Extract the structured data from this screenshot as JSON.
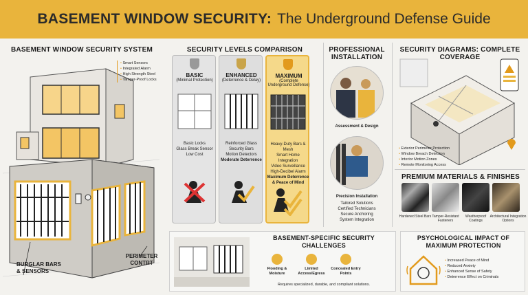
{
  "banner": {
    "title_bold": "BASEMENT WINDOW SECURITY:",
    "title_rest": "The Underground Defense Guide"
  },
  "system": {
    "title": "BASEMENT WINDOW SECURITY SYSTEM",
    "features": [
      "Smart Sensors",
      "Integrated Alarm",
      "High Strength Steel",
      "Tamper-Proof Locks"
    ],
    "label_bars": "BURGLAR BARS & SENSORS",
    "label_perimeter": "PERIMETER CONTRT"
  },
  "levels": {
    "title": "SECURITY LEVELS COMPARISON",
    "columns": [
      {
        "name": "BASIC",
        "desc": "(Minimal Protection)",
        "features": [
          "Basic Locks",
          "Glass Break Sensor",
          "Low Cost"
        ],
        "bold_features": []
      },
      {
        "name": "ENHANCED",
        "desc": "(Deterrence & Delay)",
        "features": [
          "Reinforced Glass",
          "Security Bars",
          "Motion Detectors"
        ],
        "bold_features": [
          "Moderate Deterrence"
        ]
      },
      {
        "name": "MAXIMUM",
        "desc": "(Complete Underground Defense)",
        "features": [
          "Heavy-Duty Bars & Mesh",
          "Smart Home Integration",
          "Video Surveillance",
          "High-Decibel Alarm"
        ],
        "bold_features": [
          "Maximum Deterrence",
          "& Peace of Mind"
        ]
      }
    ]
  },
  "install": {
    "title": "PROFESSIONAL INSTALLATION",
    "step1": "Assessment & Design",
    "step2": "Precision Installation",
    "details": [
      "Tailored Solutions",
      "Certified Technicians",
      "Secure Anchoring",
      "System Integration"
    ]
  },
  "diagrams": {
    "title": "SECURITY DIAGRAMS: COMPLETE COVERAGE",
    "items": [
      "Exterior Perimeter Protection",
      "Window Breach Detection",
      "Interior Motion Zones",
      "Remote Monitoring Access"
    ]
  },
  "materials": {
    "title": "PREMIUM MATERIALS & FINISHES",
    "items": [
      "Hardened Steel Bars",
      "Tamper-Resistant Fasteners",
      "Weatherproof Coatings",
      "Architectural Integration Options"
    ]
  },
  "challenges": {
    "title": "BASEMENT-SPECIFIC SECURITY CHALLENGES",
    "items": [
      "Flooding & Moisture",
      "Limited Access/Egress",
      "Concealed Entry Points"
    ],
    "note": "Requires specialized, durable, and compliant solutions."
  },
  "psych": {
    "title": "PSYCHOLOGICAL IMPACT OF MAXIMUM PROTECTION",
    "items": [
      "Increased Peace of Mind",
      "Reduced Anxiety",
      "Enhanced Sense of Safety",
      "Deterrence Effect on Criminals"
    ]
  },
  "colors": {
    "banner": "#e9b43c",
    "accent": "#e29a1c",
    "maximum_bg": "#f5d98a"
  }
}
